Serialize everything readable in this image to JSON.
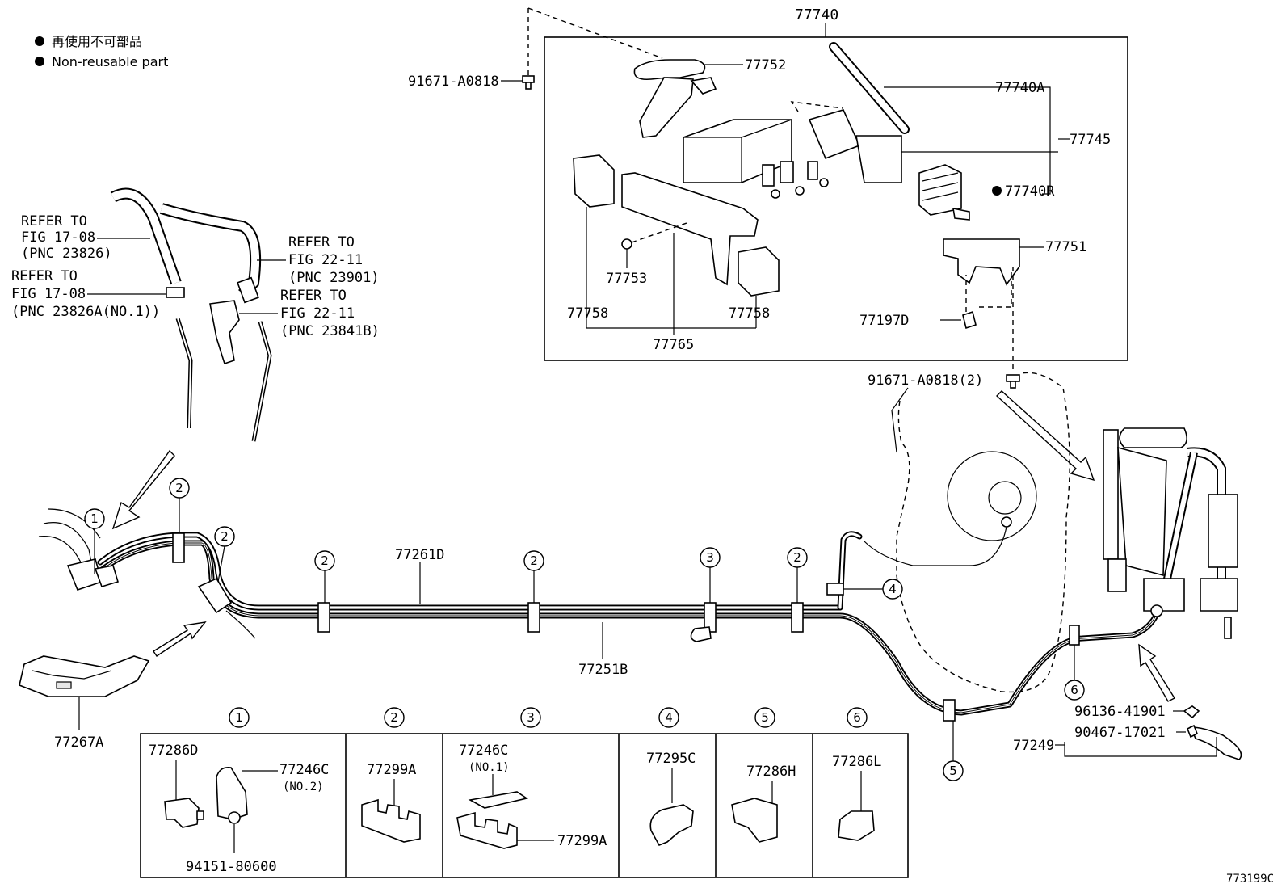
{
  "legend": {
    "jp": "再使用不可部品",
    "en": "Non-reusable part"
  },
  "figure_id": "773199C",
  "canister_group": {
    "title": "77740",
    "labels": {
      "p77752": "77752",
      "p77740a": "77740A",
      "p77745": "77745",
      "p77740r": "77740R",
      "p77751": "77751",
      "p77753": "77753",
      "p77758_left": "77758",
      "p77758_right": "77758",
      "p77765": "77765",
      "p77197d": "77197D"
    }
  },
  "bolts": {
    "top": "91671-A0818",
    "right": "91671-A0818(2)"
  },
  "refers": {
    "r1": [
      "REFER TO",
      "FIG 17-08",
      "(PNC 23826)"
    ],
    "r2": [
      "REFER TO",
      "FIG 17-08",
      "(PNC 23826A(NO.1))"
    ],
    "r3": [
      "REFER TO",
      "FIG 22-11",
      "(PNC 23901)"
    ],
    "r4": [
      "REFER TO",
      "FIG 22-11",
      "(PNC 23841B)"
    ]
  },
  "main_parts": {
    "p77261d": "77261D",
    "p77251b": "77251B",
    "p77267a": "77267A",
    "p77249": "77249",
    "p96136": "96136-41901",
    "p90467": "90467-17021"
  },
  "callouts": [
    "1",
    "2",
    "3",
    "4",
    "5",
    "6"
  ],
  "table": {
    "c1": {
      "num": "1",
      "a": "77286D",
      "b": "77246C",
      "b_sub": "(NO.2)",
      "c": "94151-80600"
    },
    "c2": {
      "num": "2",
      "a": "77299A"
    },
    "c3": {
      "num": "3",
      "a": "77246C",
      "a_sub": "(NO.1)",
      "b": "77299A"
    },
    "c4": {
      "num": "4",
      "a": "77295C"
    },
    "c5": {
      "num": "5",
      "a": "77286H"
    },
    "c6": {
      "num": "6",
      "a": "77286L"
    }
  }
}
